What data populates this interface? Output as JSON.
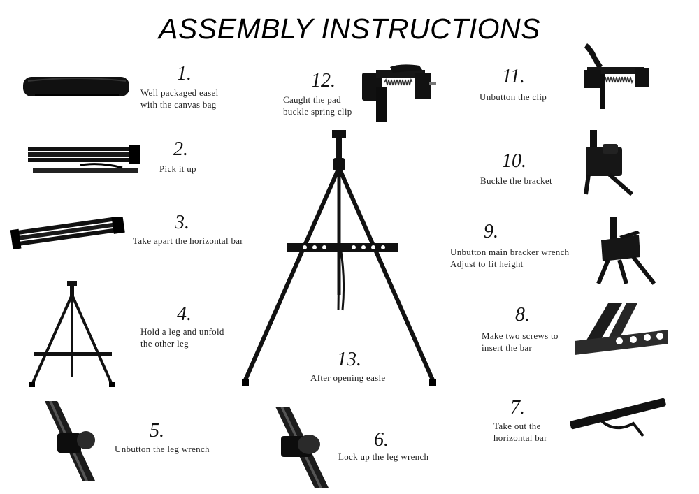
{
  "title": "ASSEMBLY INSTRUCTIONS",
  "steps": [
    {
      "number": "1.",
      "lines": [
        "Well packaged easel",
        "with the canvas bag"
      ]
    },
    {
      "number": "2.",
      "lines": [
        "Pick it up"
      ]
    },
    {
      "number": "3.",
      "lines": [
        "Take apart the horizontal bar"
      ]
    },
    {
      "number": "4.",
      "lines": [
        "Hold a leg and unfold",
        "the other leg"
      ]
    },
    {
      "number": "5.",
      "lines": [
        "Unbutton the leg wrench"
      ]
    },
    {
      "number": "6.",
      "lines": [
        "Lock up the leg wrench"
      ]
    },
    {
      "number": "7.",
      "lines": [
        "Take out the",
        "horizontal bar"
      ]
    },
    {
      "number": "8.",
      "lines": [
        "Make two screws to",
        "insert the bar"
      ]
    },
    {
      "number": "9.",
      "lines": [
        "Unbutton main bracker wrench",
        "Adjust to fit height"
      ]
    },
    {
      "number": "10.",
      "lines": [
        "Buckle the bracket"
      ]
    },
    {
      "number": "11.",
      "lines": [
        "Unbutton the clip"
      ]
    },
    {
      "number": "12.",
      "lines": [
        "Caught the pad",
        "buckle spring clip"
      ]
    },
    {
      "number": "13.",
      "lines": [
        "After opening easle"
      ]
    }
  ],
  "icons": [
    "canvas-bag-icon",
    "folded-easel-icon",
    "easel-icon",
    "leg-wrench-icon",
    "clip-icon",
    "bracket-icon",
    "bar-icon"
  ]
}
